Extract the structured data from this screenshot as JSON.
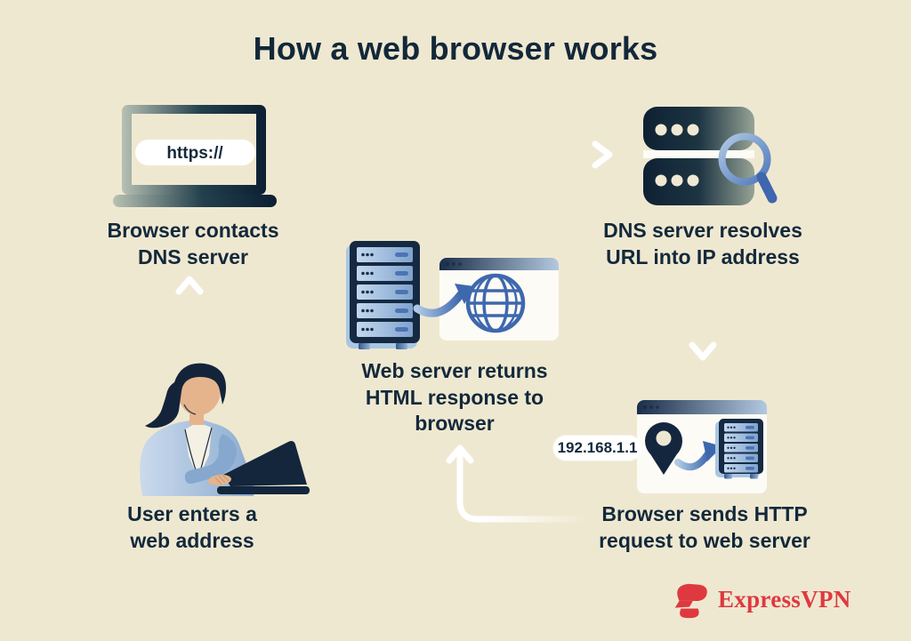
{
  "title": "How a web browser works",
  "steps": [
    {
      "name": "browser-contacts-dns",
      "lines": [
        "Browser contacts",
        "DNS server"
      ],
      "pill": "https://"
    },
    {
      "name": "dns-resolves-url",
      "lines": [
        "DNS server resolves",
        "URL into IP address"
      ]
    },
    {
      "name": "web-server-returns",
      "lines": [
        "Web server returns",
        "HTML response to",
        "browser"
      ]
    },
    {
      "name": "browser-sends-http",
      "lines": [
        "Browser sends HTTP",
        "request to web server"
      ],
      "pill": "192.168.1.1"
    },
    {
      "name": "user-enters-address",
      "lines": [
        "User enters a",
        "web address"
      ]
    }
  ],
  "brand": {
    "name": "ExpressVPN",
    "color": "#DF3940"
  },
  "colors": {
    "background": "#EFE8D1",
    "ink": "#13293B",
    "arrow_white": "#FFFFFF",
    "blue": "#3E68AE",
    "blue_light": "#A9C6E2",
    "sage": "#96A396",
    "navy": "#0E2133",
    "brand_red": "#DF3940"
  },
  "icons": {
    "laptop-icon": "gradient laptop with url pill",
    "dns-server-icon": "two stacked server units with dots",
    "magnifier-icon": "blue magnifying glass",
    "server-rack-icon": "tower server with five slats",
    "browser-window-icon": "window with gradient header and dots",
    "globe-icon": "blue wireframe globe",
    "location-pin-icon": "navy map pin",
    "user-illustration": "woman typing on laptop",
    "expressvpn-logo-icon": "red brand mark"
  }
}
